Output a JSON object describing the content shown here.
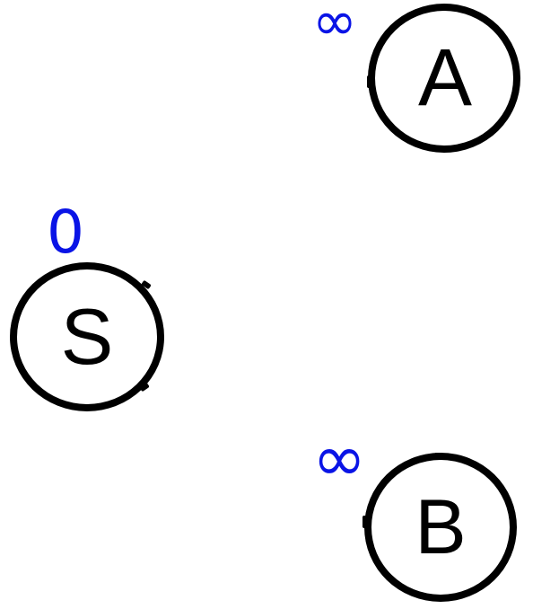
{
  "nodes": {
    "a": {
      "label": "A",
      "distance": "∞"
    },
    "s": {
      "label": "S",
      "distance": "0"
    },
    "b": {
      "label": "B",
      "distance": "∞"
    }
  },
  "colors": {
    "node_stroke": "#000000",
    "distance_label": "#0a14e6",
    "background": "#ffffff"
  }
}
